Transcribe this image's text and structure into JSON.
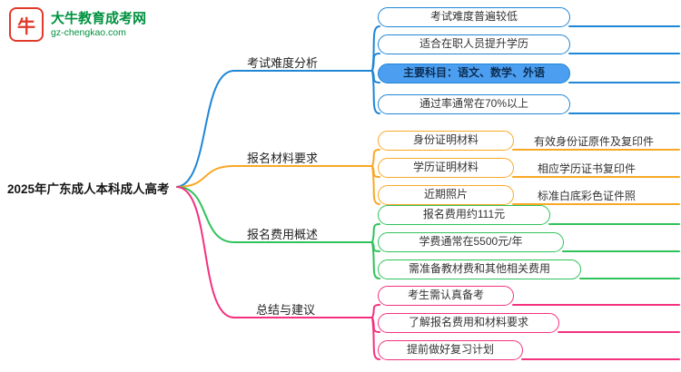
{
  "logo": {
    "icon_char": "牛",
    "title": "大牛教育成考网",
    "subtitle": "gz-chengkao.com"
  },
  "root": {
    "label": "2025年广东成人本科成人高考"
  },
  "colors": {
    "blue": "#1f86d6",
    "orange": "#f9a825",
    "green": "#2fc25b",
    "pink": "#f4317f",
    "logo_green": "#00913f",
    "logo_red": "#e03a2a",
    "highlight_fill": "#4c9ef0"
  },
  "branches": [
    {
      "label": "考试难度分析",
      "color": "#1f86d6",
      "children": [
        {
          "label": "考试难度普遍较低"
        },
        {
          "label": "适合在职人员提升学历"
        },
        {
          "label": "主要科目：语文、数学、外语",
          "highlighted": true
        },
        {
          "label": "通过率通常在70%以上"
        }
      ]
    },
    {
      "label": "报名材料要求",
      "color": "#f9a825",
      "children": [
        {
          "label": "身份证明材料",
          "detail": "有效身份证原件及复印件"
        },
        {
          "label": "学历证明材料",
          "detail": "相应学历证书复印件"
        },
        {
          "label": "近期照片",
          "detail": "标准白底彩色证件照"
        }
      ]
    },
    {
      "label": "报名费用概述",
      "color": "#2fc25b",
      "children": [
        {
          "label": "报名费用约111元"
        },
        {
          "label": "学费通常在5500元/年"
        },
        {
          "label": "需准备教材费和其他相关费用"
        }
      ]
    },
    {
      "label": "总结与建议",
      "color": "#f4317f",
      "children": [
        {
          "label": "考生需认真备考"
        },
        {
          "label": "了解报名费用和材料要求"
        },
        {
          "label": "提前做好复习计划"
        }
      ]
    }
  ]
}
